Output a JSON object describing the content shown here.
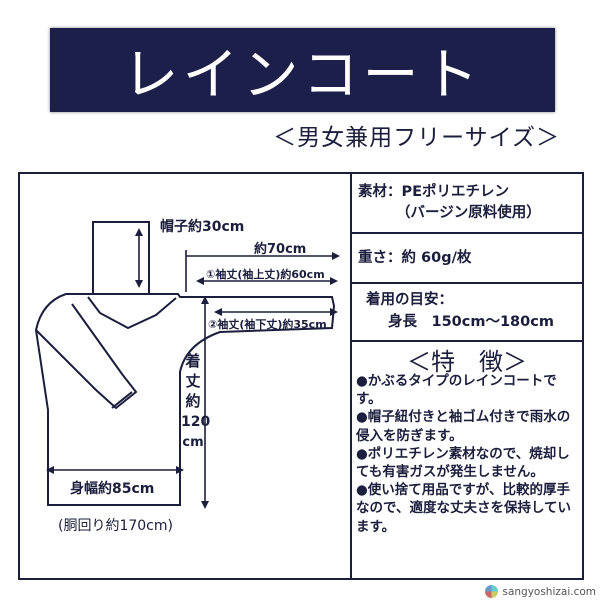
{
  "title": "レインコート",
  "subtitle": "＜男女兼用フリーサイズ＞",
  "specs": {
    "material_line1": "素材：PEポリエチレン",
    "material_line2": "（バージン原料使用）",
    "weight": "重さ：約 60g/枚",
    "fit_line1": "着用の目安：",
    "fit_line2": "身長　150cm〜180cm"
  },
  "features": {
    "title": "＜特　徴＞",
    "items": [
      "●かぶるタイプのレインコートです。",
      "●帽子紐付きと袖ゴム付きで雨水の侵入を防ぎます。",
      "●ポリエチレン素材なので、焼却しても有害ガスが発生しません。",
      "●使い捨て用品ですが、比較的厚手なので、適度な丈夫さを保持しています。"
    ]
  },
  "dimensions": {
    "hood": "帽子約30cm",
    "arm_span": "約70cm",
    "sleeve_upper": "①袖丈(袖上丈)約60cm",
    "sleeve_lower": "②袖丈(袖下丈)約35cm",
    "length_chars": [
      "着",
      "丈",
      "約",
      "120",
      "cm"
    ],
    "width": "身幅約85cm",
    "girth": "(胴回り約170cm)"
  },
  "watermark": "sangyoshizai.com"
}
